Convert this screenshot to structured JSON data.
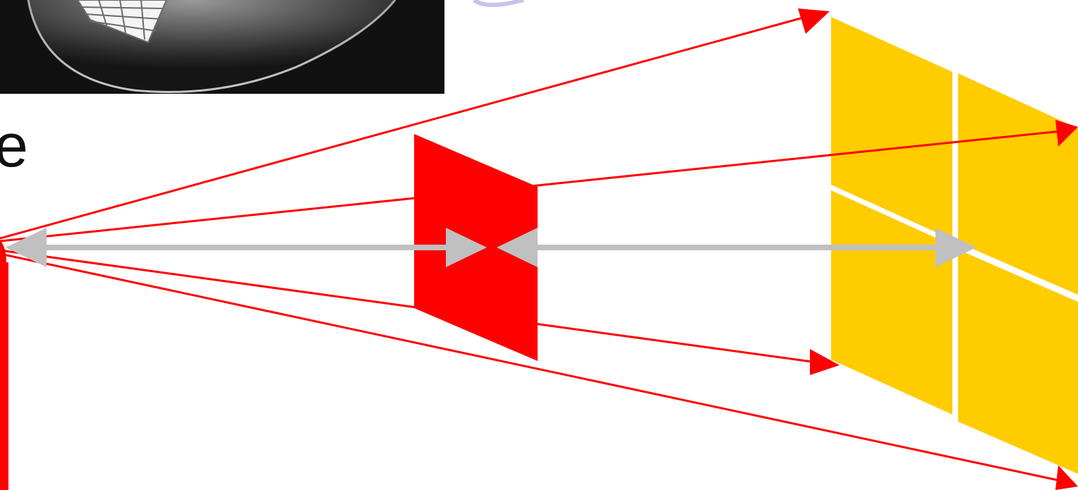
{
  "slide": {
    "partial_text": "e"
  },
  "colors": {
    "ray": "#ff0000",
    "near_plane": "#ff0000",
    "far_plane": "#ffcc00",
    "distance_arrow": "#c0c0c0",
    "photo_background": "#111111",
    "background": "#ffffff"
  },
  "icons": {
    "photo": "sphere-image",
    "rays": "projection-ray-arrows",
    "distance": "double-headed-arrow"
  }
}
